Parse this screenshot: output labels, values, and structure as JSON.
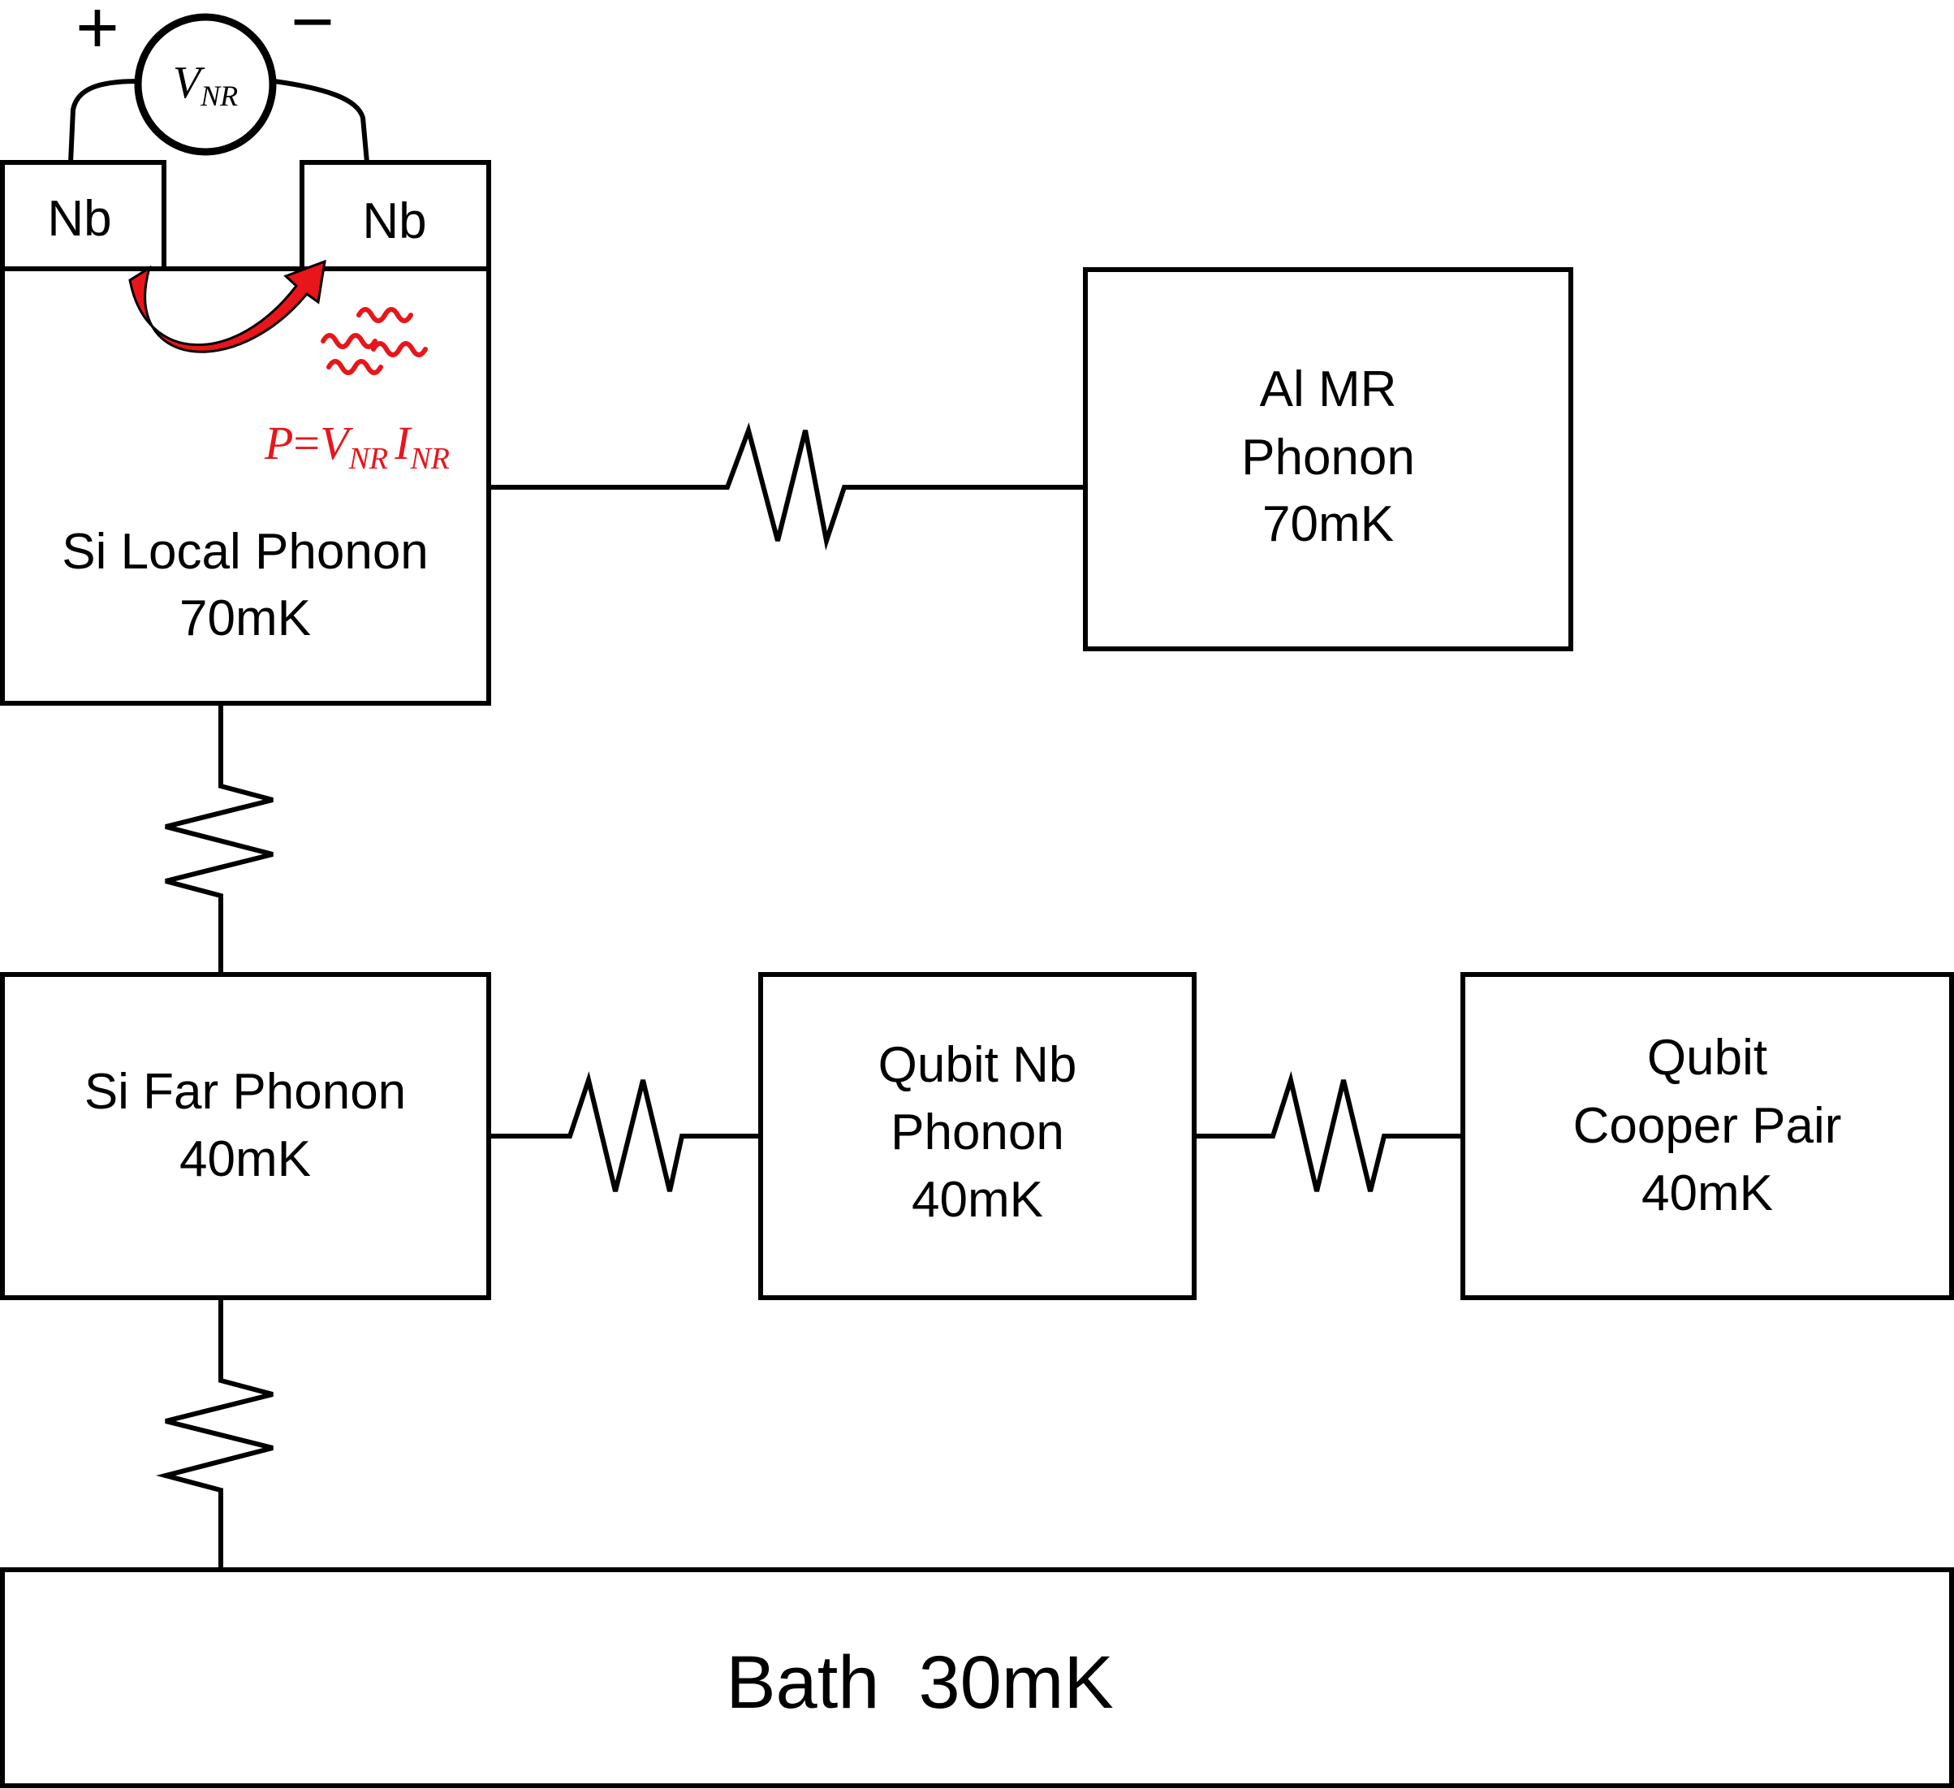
{
  "meter": {
    "plus": "+",
    "minus": "−",
    "symbol": "V",
    "subscript": "NR"
  },
  "electrodes": {
    "left": "Nb",
    "right": "Nb"
  },
  "power_label": {
    "p": "P",
    "eq": "=",
    "v": "V",
    "v_sub": "NR",
    "i": "I",
    "i_sub": "NR"
  },
  "blocks": {
    "si_local": {
      "name": "Si Local Phonon",
      "temp": "70mK"
    },
    "al_mr": {
      "line1": "Al MR",
      "line2": "Phonon",
      "temp": "70mK"
    },
    "si_far": {
      "name": "Si Far Phonon",
      "temp": "40mK"
    },
    "qubit_nb": {
      "line1": "Qubit Nb",
      "line2": "Phonon",
      "temp": "40mK"
    },
    "qubit_cp": {
      "line1": "Qubit",
      "line2": "Cooper Pair",
      "temp": "40mK"
    },
    "bath": {
      "name": "Bath",
      "temp": "30mK"
    }
  },
  "colors": {
    "line": "#000000",
    "accent": "#e8151b"
  }
}
